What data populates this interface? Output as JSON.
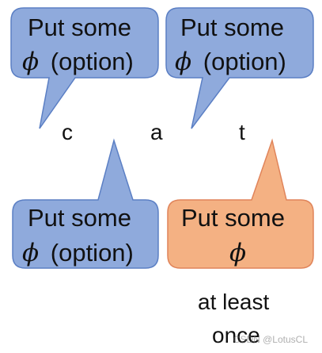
{
  "bubbles": {
    "top_left": {
      "line1": "Put some",
      "phi": "ϕ",
      "suffix": " (option)"
    },
    "top_right": {
      "line1": "Put some",
      "phi": "ϕ",
      "suffix": " (option)"
    },
    "bottom_left": {
      "line1": "Put some",
      "phi": "ϕ",
      "suffix": " (option)"
    },
    "bottom_right": {
      "line1": "Put some",
      "phi": "ϕ",
      "suffix": ""
    }
  },
  "letters": [
    "c",
    "a",
    "t"
  ],
  "note": {
    "line1": "at least",
    "line2": "once"
  },
  "watermark": "CSDN @LotusCL",
  "colors": {
    "blue_fill": "#8FAADC",
    "blue_stroke": "#5B7FC4",
    "orange_fill": "#F4B183",
    "orange_stroke": "#E0845A"
  }
}
